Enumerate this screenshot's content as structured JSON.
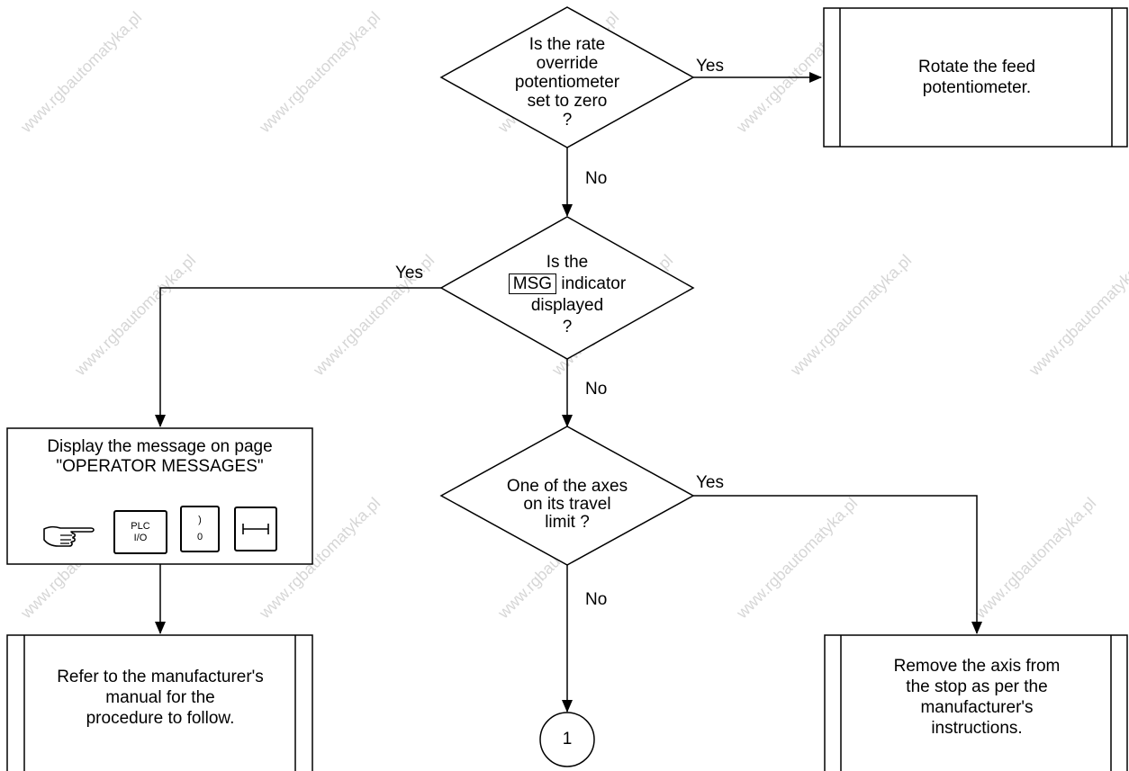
{
  "watermark": {
    "text": "www.rgbautomatyka.pl"
  },
  "decisions": {
    "rate_override": {
      "line1": "Is the rate",
      "line2": "override",
      "line3": "potentiometer",
      "line4": "set to zero",
      "line5": "?"
    },
    "msg_indicator": {
      "line1": "Is the",
      "indicator_label": "MSG",
      "line2_rest": "indicator",
      "line3": "displayed",
      "line4": "?"
    },
    "travel_limit": {
      "line1": "One of the axes",
      "line2": "on its travel",
      "line3": "limit ?"
    }
  },
  "processes": {
    "rotate_feed": {
      "line1": "Rotate the feed",
      "line2": "potentiometer."
    },
    "display_message": {
      "line1": "Display the message on page",
      "line2": "\"OPERATOR MESSAGES\"",
      "keys": {
        "plc_top": "PLC",
        "plc_bottom": "I/O",
        "paren_top": ")",
        "paren_bottom": "0"
      }
    },
    "refer_manual": {
      "line1": "Refer to the manufacturer's",
      "line2": "manual for the",
      "line3": "procedure to follow."
    },
    "remove_axis": {
      "line1": "Remove the axis from",
      "line2": "the stop as per the",
      "line3": "manufacturer's",
      "line4": "instructions."
    }
  },
  "connector": {
    "label": "1"
  },
  "branch_labels": {
    "yes": "Yes",
    "no": "No"
  }
}
